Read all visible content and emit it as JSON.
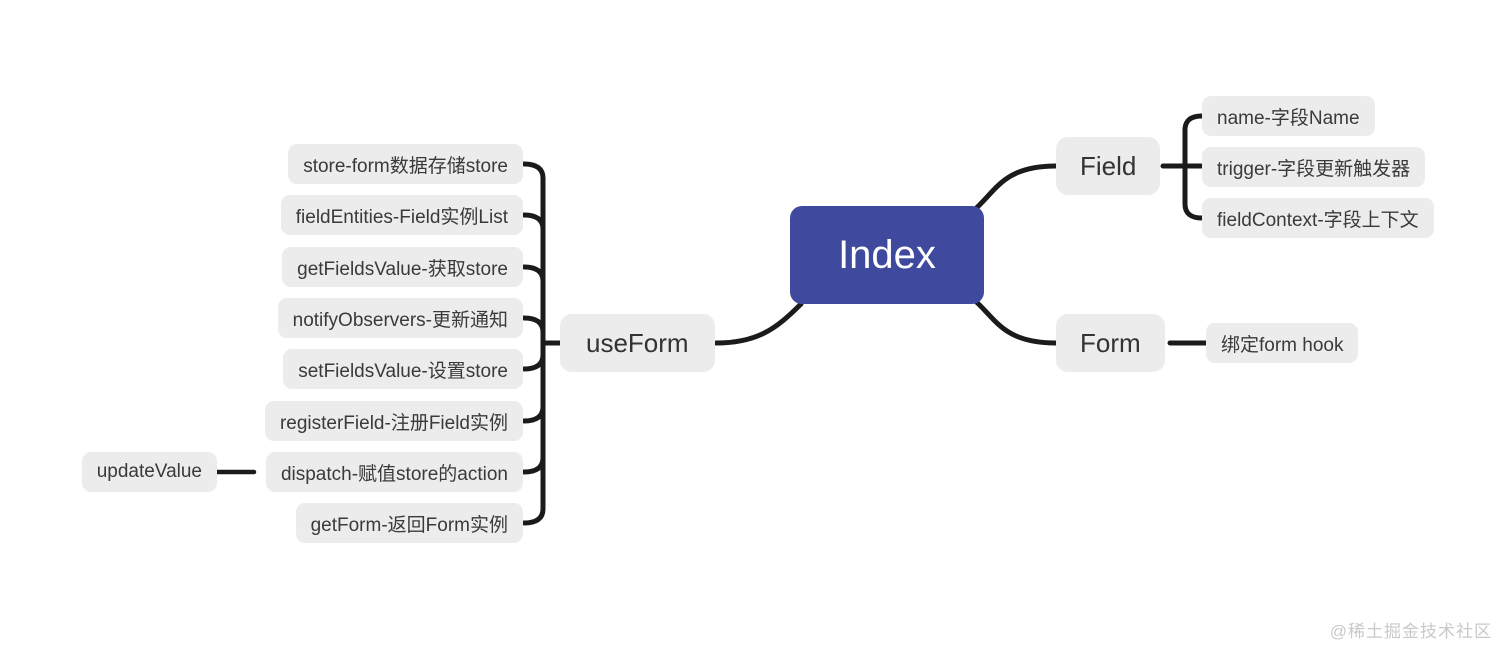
{
  "root": {
    "label": "Index"
  },
  "left_branch": {
    "label": "useForm",
    "children": [
      {
        "label": "store-form数据存储store"
      },
      {
        "label": "fieldEntities-Field实例List"
      },
      {
        "label": "getFieldsValue-获取store"
      },
      {
        "label": "notifyObservers-更新通知"
      },
      {
        "label": "setFieldsValue-设置store"
      },
      {
        "label": "registerField-注册Field实例"
      },
      {
        "label": "dispatch-赋值store的action"
      },
      {
        "label": "getForm-返回Form实例"
      }
    ],
    "grandchild": {
      "label": "updateValue"
    }
  },
  "right_branches": {
    "field": {
      "label": "Field",
      "children": [
        {
          "label": "name-字段Name"
        },
        {
          "label": "trigger-字段更新触发器"
        },
        {
          "label": "fieldContext-字段上下文"
        }
      ]
    },
    "form": {
      "label": "Form",
      "children": [
        {
          "label": "绑定form hook"
        }
      ]
    }
  },
  "watermark": {
    "label": "@稀土掘金技术社区"
  },
  "colors": {
    "root_bg": "#3f4a9f",
    "root_text": "#ffffff",
    "node_bg": "#ececec",
    "node_text": "#3a3a3a",
    "line": "#1b1b1b",
    "watermark_text": "#c9c9c9"
  }
}
